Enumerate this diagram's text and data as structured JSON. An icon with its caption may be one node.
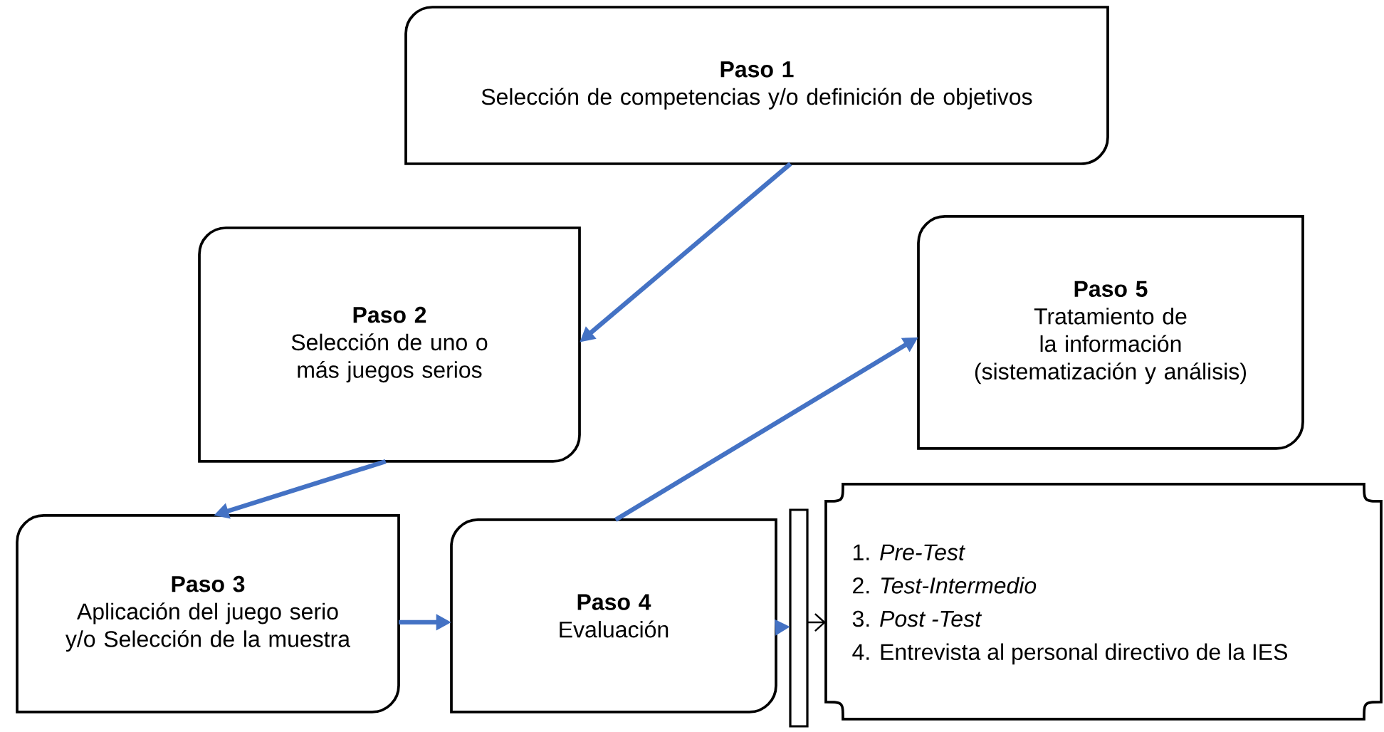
{
  "diagram": {
    "nodes": [
      {
        "text": [
          "Paso 1",
          "Selección de competencias y/o definición de objetivos"
        ]
      },
      {
        "text": [
          "Paso 2",
          "Selección de uno o más juegos serios"
        ]
      },
      {
        "text": [
          "Paso 5",
          "Tratamiento de la información (sistematización y análisis)"
        ]
      },
      {
        "text": [
          "Paso 3",
          "Aplicación del juego serio y/o Selección de la muestra"
        ]
      },
      {
        "text": [
          "Paso 4",
          "Evaluación"
        ]
      },
      {
        "text": [],
        "shape": "bar"
      },
      {
        "text": [
          "1. *Pre-Test*",
          "2. *Test-Intermedio*",
          "3. *Post -Test*",
          "4. Entrevista al personal directivo de la IES"
        ]
      }
    ],
    "edges": [
      {
        "from": 0,
        "to": 1,
        "arrow": "to"
      },
      {
        "from": 1,
        "to": 3,
        "arrow": "to"
      },
      {
        "from": 3,
        "to": 4,
        "arrow": "to"
      },
      {
        "from": 4,
        "to": 2,
        "arrow": "to"
      },
      {
        "from": 4,
        "to": 5,
        "arrow": "to"
      },
      {
        "from": 5,
        "to": 6,
        "arrow": "to",
        "color": "#000000"
      }
    ]
  }
}
